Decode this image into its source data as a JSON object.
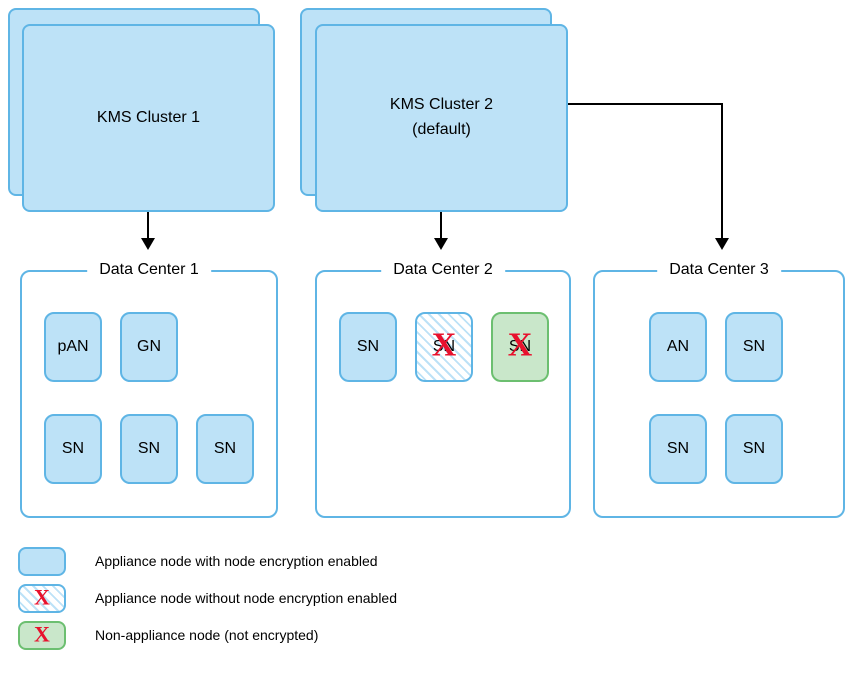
{
  "clusters": [
    {
      "label": "KMS Cluster 1",
      "sublabel": ""
    },
    {
      "label": "KMS Cluster 2",
      "sublabel": "(default)"
    }
  ],
  "datacenters": [
    {
      "title": "Data Center 1",
      "nodes": [
        {
          "label": "pAN",
          "type": "encrypted-appliance"
        },
        {
          "label": "GN",
          "type": "encrypted-appliance"
        },
        {
          "label": "SN",
          "type": "encrypted-appliance"
        },
        {
          "label": "SN",
          "type": "encrypted-appliance"
        },
        {
          "label": "SN",
          "type": "encrypted-appliance"
        }
      ]
    },
    {
      "title": "Data Center 2",
      "nodes": [
        {
          "label": "SN",
          "type": "encrypted-appliance"
        },
        {
          "label": "SN",
          "type": "unencrypted-appliance"
        },
        {
          "label": "SN",
          "type": "non-appliance"
        }
      ]
    },
    {
      "title": "Data Center 3",
      "nodes": [
        {
          "label": "AN",
          "type": "encrypted-appliance"
        },
        {
          "label": "SN",
          "type": "encrypted-appliance"
        },
        {
          "label": "SN",
          "type": "encrypted-appliance"
        },
        {
          "label": "SN",
          "type": "encrypted-appliance"
        }
      ]
    }
  ],
  "marks": {
    "x": "X"
  },
  "legend": [
    {
      "type": "encrypted-appliance",
      "text": "Appliance node with node encryption enabled"
    },
    {
      "type": "unencrypted-appliance",
      "text": "Appliance node without node encryption enabled"
    },
    {
      "type": "non-appliance",
      "text": "Non-appliance node (not encrypted)"
    }
  ],
  "colors": {
    "node_fill": "#BDE2F7",
    "node_border": "#5FB5E5",
    "green_fill": "#C9E7CA",
    "green_border": "#6CBF70",
    "x_red": "#E8112D",
    "arrow": "#000000"
  }
}
